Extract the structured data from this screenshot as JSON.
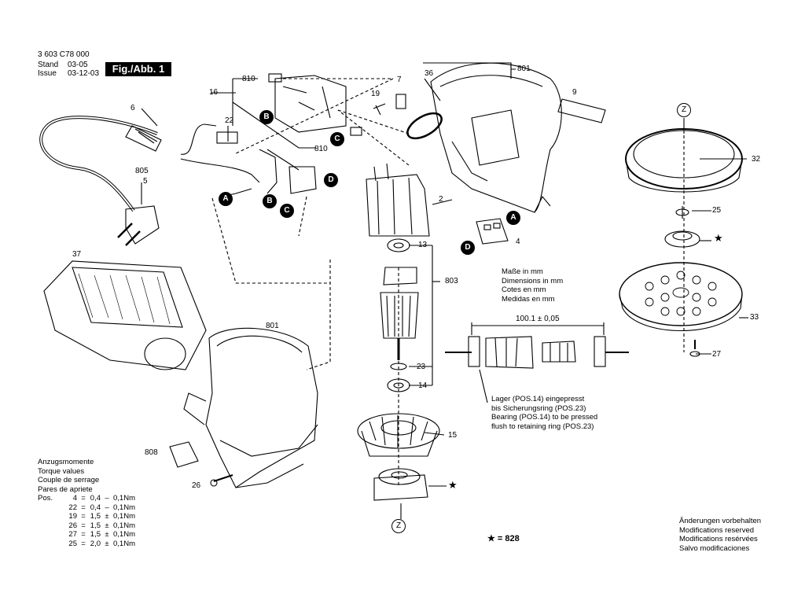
{
  "header": {
    "doc_number": "3 603 C78 000",
    "stand_label": "Stand",
    "stand_value": "03-05",
    "issue_label": "Issue",
    "issue_value": "03-12-03",
    "figure": "Fig./Abb. 1"
  },
  "part_labels": [
    "801",
    "36",
    "7",
    "19",
    "810",
    "16",
    "810",
    "6",
    "22",
    "805",
    "5",
    "9",
    "2",
    "13",
    "803",
    "23",
    "14",
    "15",
    "37",
    "801",
    "808",
    "26",
    "32",
    "25",
    "33",
    "27",
    "4",
    "*"
  ],
  "connector_labels": {
    "A": "A",
    "B": "B",
    "C": "C",
    "D": "D",
    "Z": "Z"
  },
  "dimensions_note": [
    "Maße in mm",
    "Dimensions in mm",
    "Cotes en mm",
    "Medidas en mm"
  ],
  "dimension_value": "100.1 ± 0,05",
  "bearing_note": [
    "Lager (POS.14) eingepresst",
    "bis Sicherungsring (POS.23)",
    "Bearing (POS.14) to be pressed",
    "flush to retaining ring (POS.23)"
  ],
  "torque": {
    "title": [
      "Anzugsmomente",
      "Torque values",
      "Couple de serrage",
      "Pares de apriete"
    ],
    "pos_label": "Pos.",
    "rows": [
      {
        "pos": "4",
        "val": "0,4",
        "tol": "–",
        "tol_val": "0,1Nm"
      },
      {
        "pos": "22",
        "val": "0,4",
        "tol": "–",
        "tol_val": "0,1Nm"
      },
      {
        "pos": "19",
        "val": "1,5",
        "tol": "±",
        "tol_val": "0,1Nm"
      },
      {
        "pos": "26",
        "val": "1,5",
        "tol": "±",
        "tol_val": "0,1Nm"
      },
      {
        "pos": "27",
        "val": "1,5",
        "tol": "±",
        "tol_val": "0,1Nm"
      },
      {
        "pos": "25",
        "val": "2,0",
        "tol": "±",
        "tol_val": "0,1Nm"
      }
    ]
  },
  "star_note": "★ = 828",
  "modifications": [
    "Änderungen vorbehalten",
    "Modifications reserved",
    "Modifications resérvées",
    "Salvo modificaciones"
  ]
}
